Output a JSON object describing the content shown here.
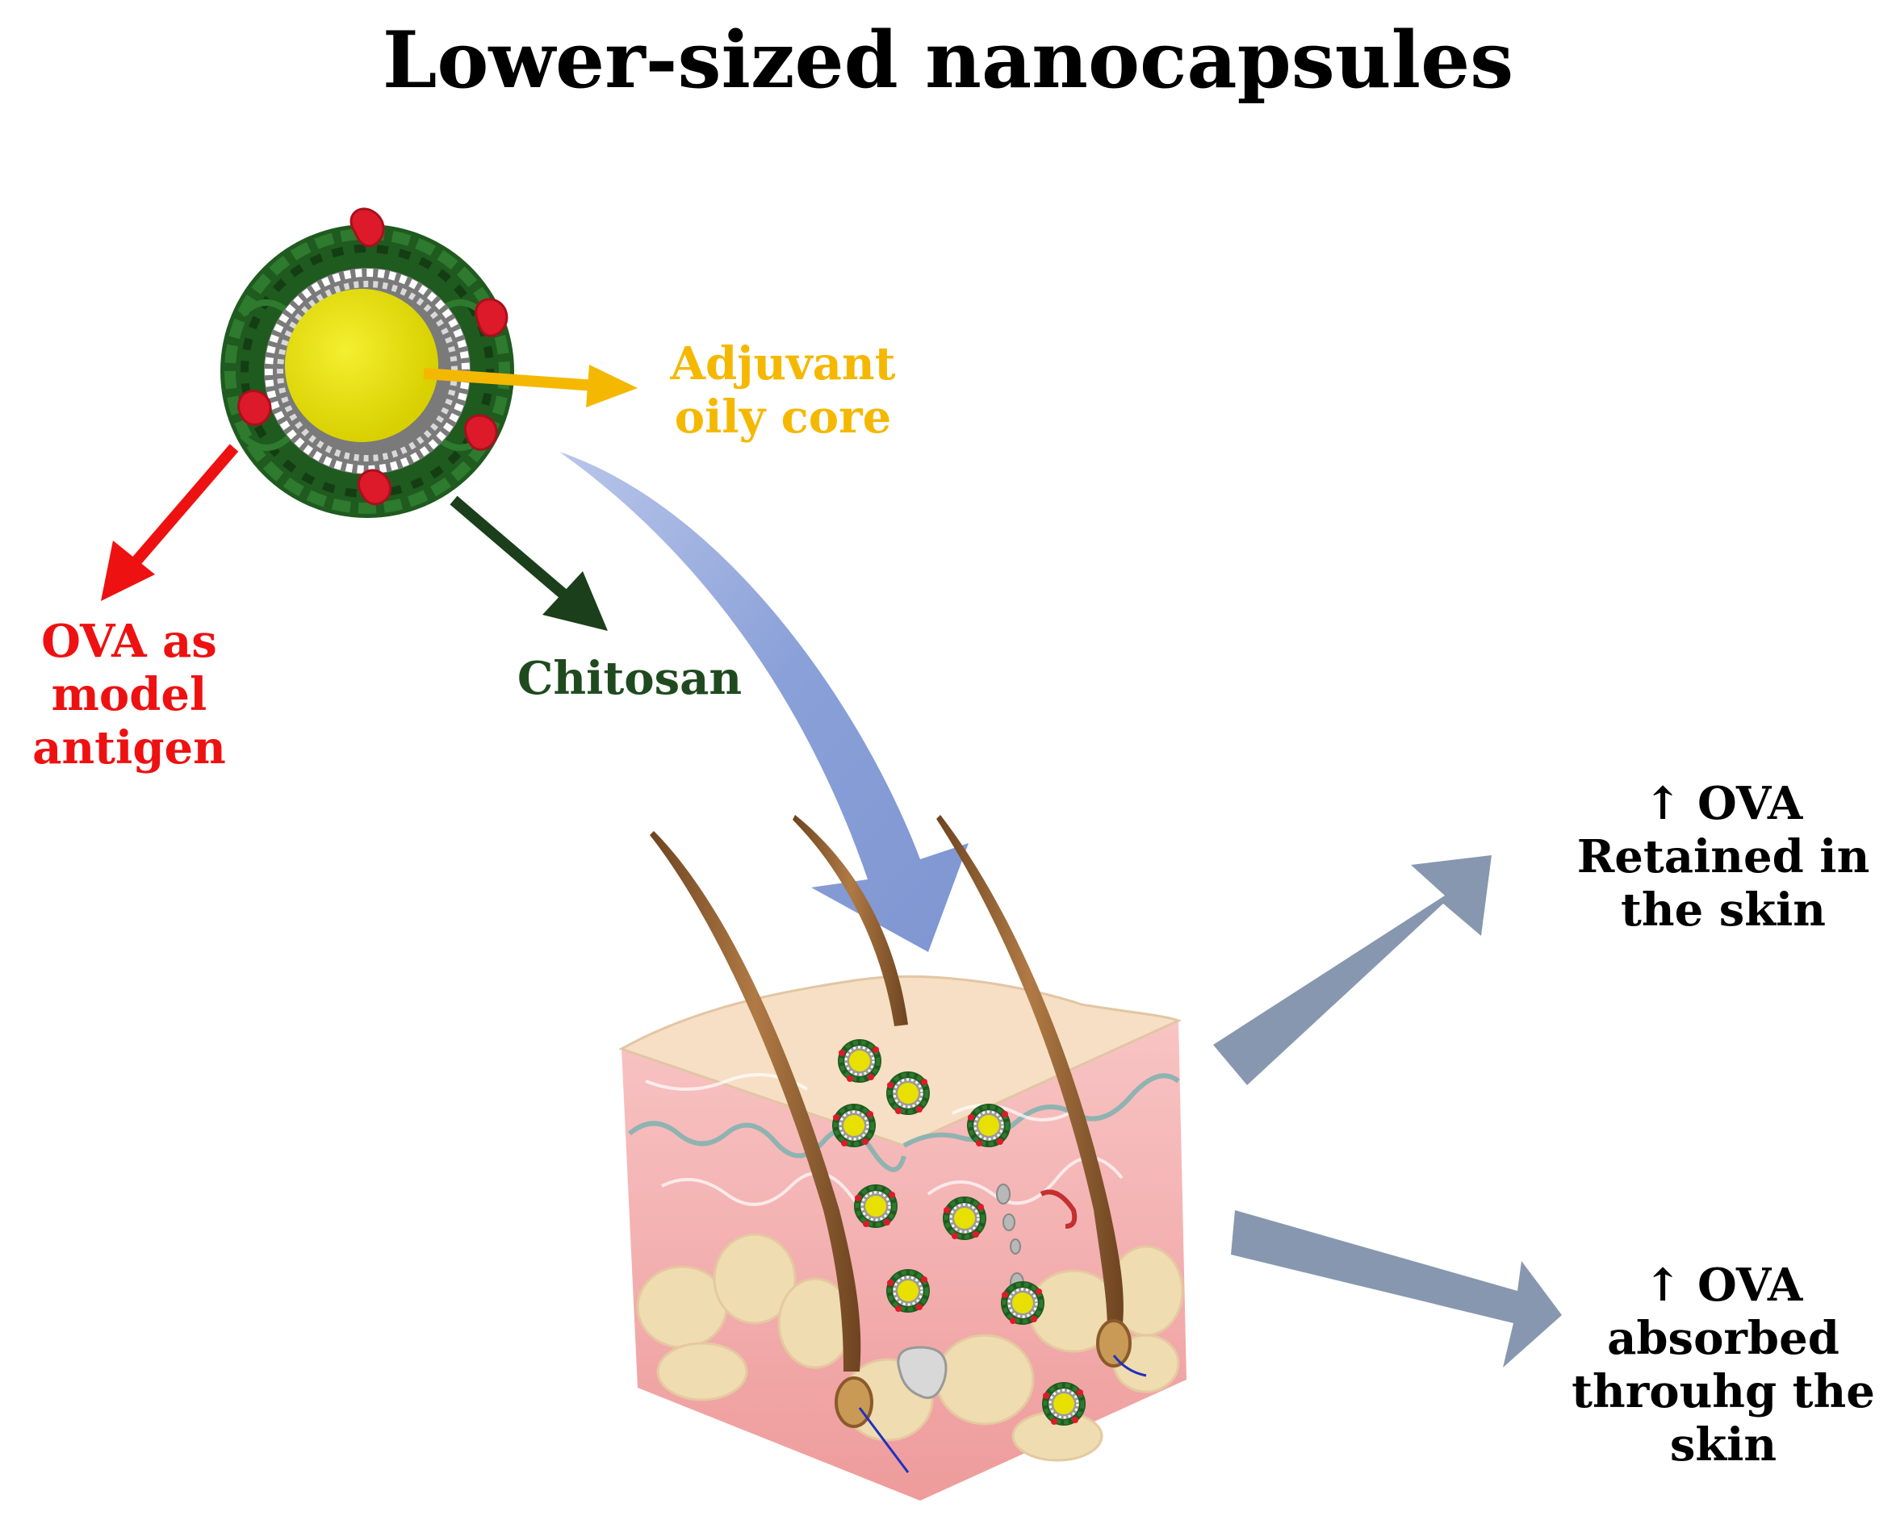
{
  "title": "Lower-sized nanocapsules",
  "labels": {
    "core": {
      "lines": [
        "Adjuvant",
        "oily core"
      ],
      "color": "#f5b800"
    },
    "antigen": {
      "lines": [
        "OVA as",
        "model",
        "antigen"
      ],
      "color": "#ee1111"
    },
    "chitosan": {
      "lines": [
        "Chitosan"
      ],
      "color": "#1f4a1f"
    },
    "retained": {
      "lines": [
        "↑ OVA",
        "Retained in",
        "the skin"
      ]
    },
    "absorbed": {
      "lines": [
        "↑ OVA",
        "absorbed",
        "throuhg the",
        "skin"
      ]
    }
  },
  "colors": {
    "core": "#e8e000",
    "chitosan": "#1f5a1f",
    "antigen": "#dd1a2a",
    "big_arrow": "#8aa0d8",
    "outcome_arrow": "#8797b0",
    "core_arrow": "#f5b800",
    "antigen_arrow": "#ee1111",
    "chitosan_arrow": "#1a3f1a",
    "skin_surface": "#f6dfc4",
    "dermis": "#f2a8a8",
    "fat": "#efdcb0",
    "hair": "#8b5a2b"
  },
  "icons": [
    "nanocapsule-icon",
    "skin-cross-section-icon"
  ]
}
